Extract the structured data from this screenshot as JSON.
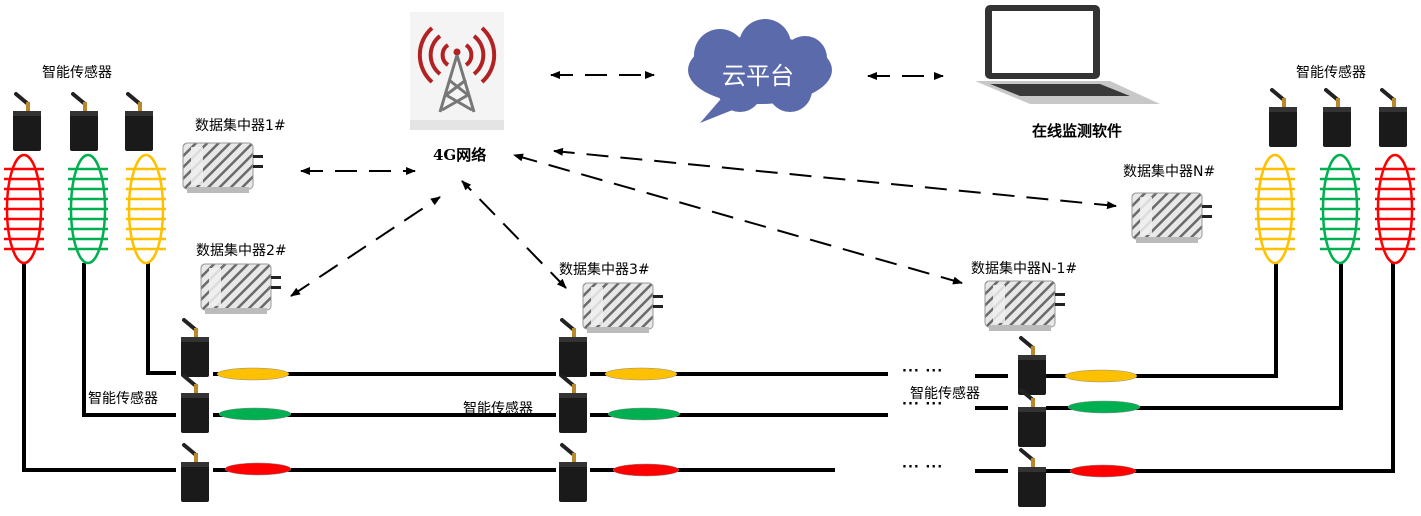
{
  "colors": {
    "red": "#ff0000",
    "green": "#00b050",
    "yellow": "#ffc000",
    "cloud": "#5b6aab",
    "tower_waves": "#b22222",
    "line": "#000000"
  },
  "labels": {
    "sensor_group_left": "智能传感器",
    "sensor_group_right": "智能传感器",
    "sensor_line_1": "智能传感器",
    "sensor_line_2": "智能传感器",
    "sensor_line_3": "智能传感器",
    "network": "4G网络",
    "cloud": "云平台",
    "software": "在线监测软件",
    "concentrator_1": "数据集中器1#",
    "concentrator_2": "数据集中器2#",
    "concentrator_3": "数据集中器3#",
    "concentrator_n1": "数据集中器N-1#",
    "concentrator_n": "数据集中器N#",
    "ellipsis": "··· ···"
  },
  "icons": {
    "tower": "cell-tower-icon",
    "cloud": "cloud-icon",
    "laptop": "laptop-icon",
    "concentrator": "data-concentrator-icon",
    "sensor": "wireless-sensor-icon",
    "current_transformer": "ct-coil-icon"
  }
}
